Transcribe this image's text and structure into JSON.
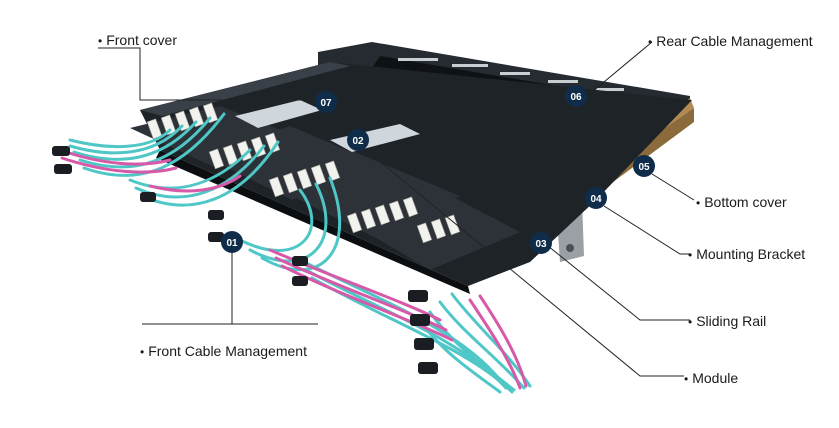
{
  "callouts": {
    "front_cover": "Front cover",
    "rear_cable_management": "Rear Cable Management",
    "bottom_cover": "Bottom cover",
    "mounting_bracket": "Mounting Bracket",
    "sliding_rail": "Sliding Rail",
    "module": "Module",
    "front_cable_management": "Front Cable Management"
  },
  "markers": {
    "m01": "01",
    "m02": "02",
    "m03": "03",
    "m04": "04",
    "m05": "05",
    "m06": "06",
    "m07": "07"
  },
  "bullet": "•",
  "colors": {
    "chassis": "#1e2328",
    "cable_aqua": "#4fc7c7",
    "cable_magenta": "#d65aa8",
    "marker_fill": "#0f2d4a",
    "leader_line": "#222222",
    "rail": "#b38a52"
  }
}
